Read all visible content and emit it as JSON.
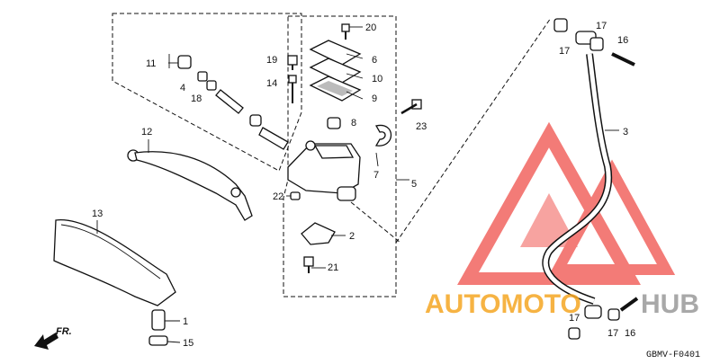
{
  "diagram": {
    "callouts": {
      "c1": "1",
      "c2": "2",
      "c3": "3",
      "c4": "4",
      "c5": "5",
      "c6": "6",
      "c7": "7",
      "c8": "8",
      "c9": "9",
      "c10": "10",
      "c11": "11",
      "c12": "12",
      "c13": "13",
      "c14": "14",
      "c15": "15",
      "c16a": "16",
      "c16b": "16",
      "c17a": "17",
      "c17b": "17",
      "c17c": "17",
      "c17d": "17",
      "c18": "18",
      "c19": "19",
      "c20": "20",
      "c21": "21",
      "c22": "22",
      "c23": "23"
    },
    "direction_label": "FR.",
    "figure_code": "GBMV-F0401"
  },
  "watermark": {
    "text_orange": "AUTOMOTO",
    "text_gray": "HUB",
    "colors": {
      "orange": "#f5a623",
      "gray": "#9a9a9a",
      "logo_red": "#f0504a"
    }
  }
}
